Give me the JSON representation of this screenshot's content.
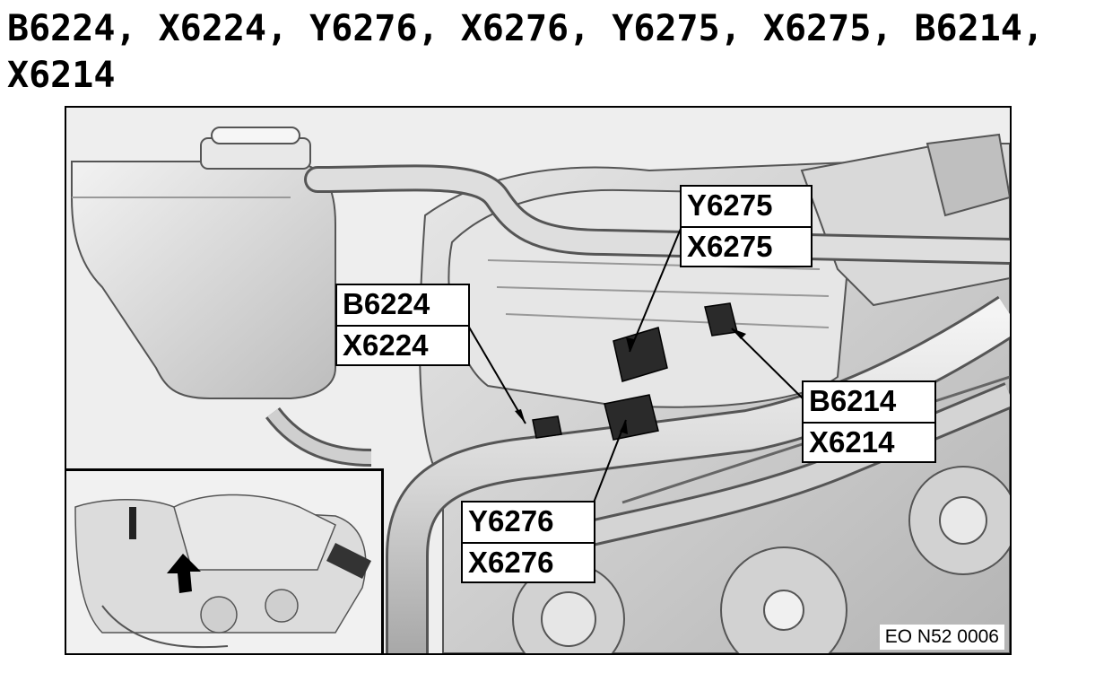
{
  "page": {
    "title": "B6224, X6224, Y6276, X6276, Y6275, X6275, B6214, X6214"
  },
  "figure": {
    "code": "EO N52 0006",
    "callouts": {
      "b6224": {
        "top": "B6224",
        "bottom": "X6224"
      },
      "y6275": {
        "top": "Y6275",
        "bottom": "X6275"
      },
      "b6214": {
        "top": "B6214",
        "bottom": "X6214"
      },
      "y6276": {
        "top": "Y6276",
        "bottom": "X6276"
      }
    },
    "inset": {
      "icon": "arrow-up-icon"
    }
  }
}
